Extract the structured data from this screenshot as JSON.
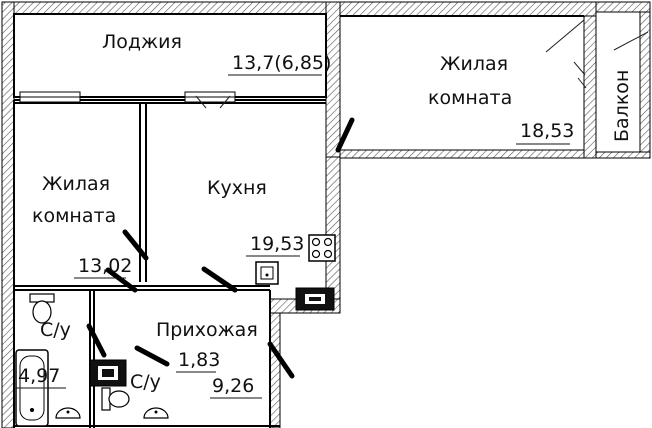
{
  "plan": {
    "loggia": {
      "name": "Лоджия",
      "area": "13,7(6,85)"
    },
    "living_room_right": {
      "line1": "Жилая",
      "line2": "комната",
      "area": "18,53"
    },
    "balcony": {
      "name": "Балкон"
    },
    "living_room_left": {
      "line1": "Жилая",
      "line2": "комната",
      "area": "13,02"
    },
    "kitchen": {
      "name": "Кухня",
      "area": "19,53"
    },
    "bathroom": {
      "name": "С/у",
      "area": "4,97"
    },
    "hallway": {
      "name": "Прихожая",
      "area": "9,26"
    },
    "wc": {
      "name": "С/у",
      "area": "1,83"
    }
  },
  "colors": {
    "wall": "#000000",
    "hatch": "#555555",
    "line": "#222222",
    "background": "#ffffff"
  }
}
